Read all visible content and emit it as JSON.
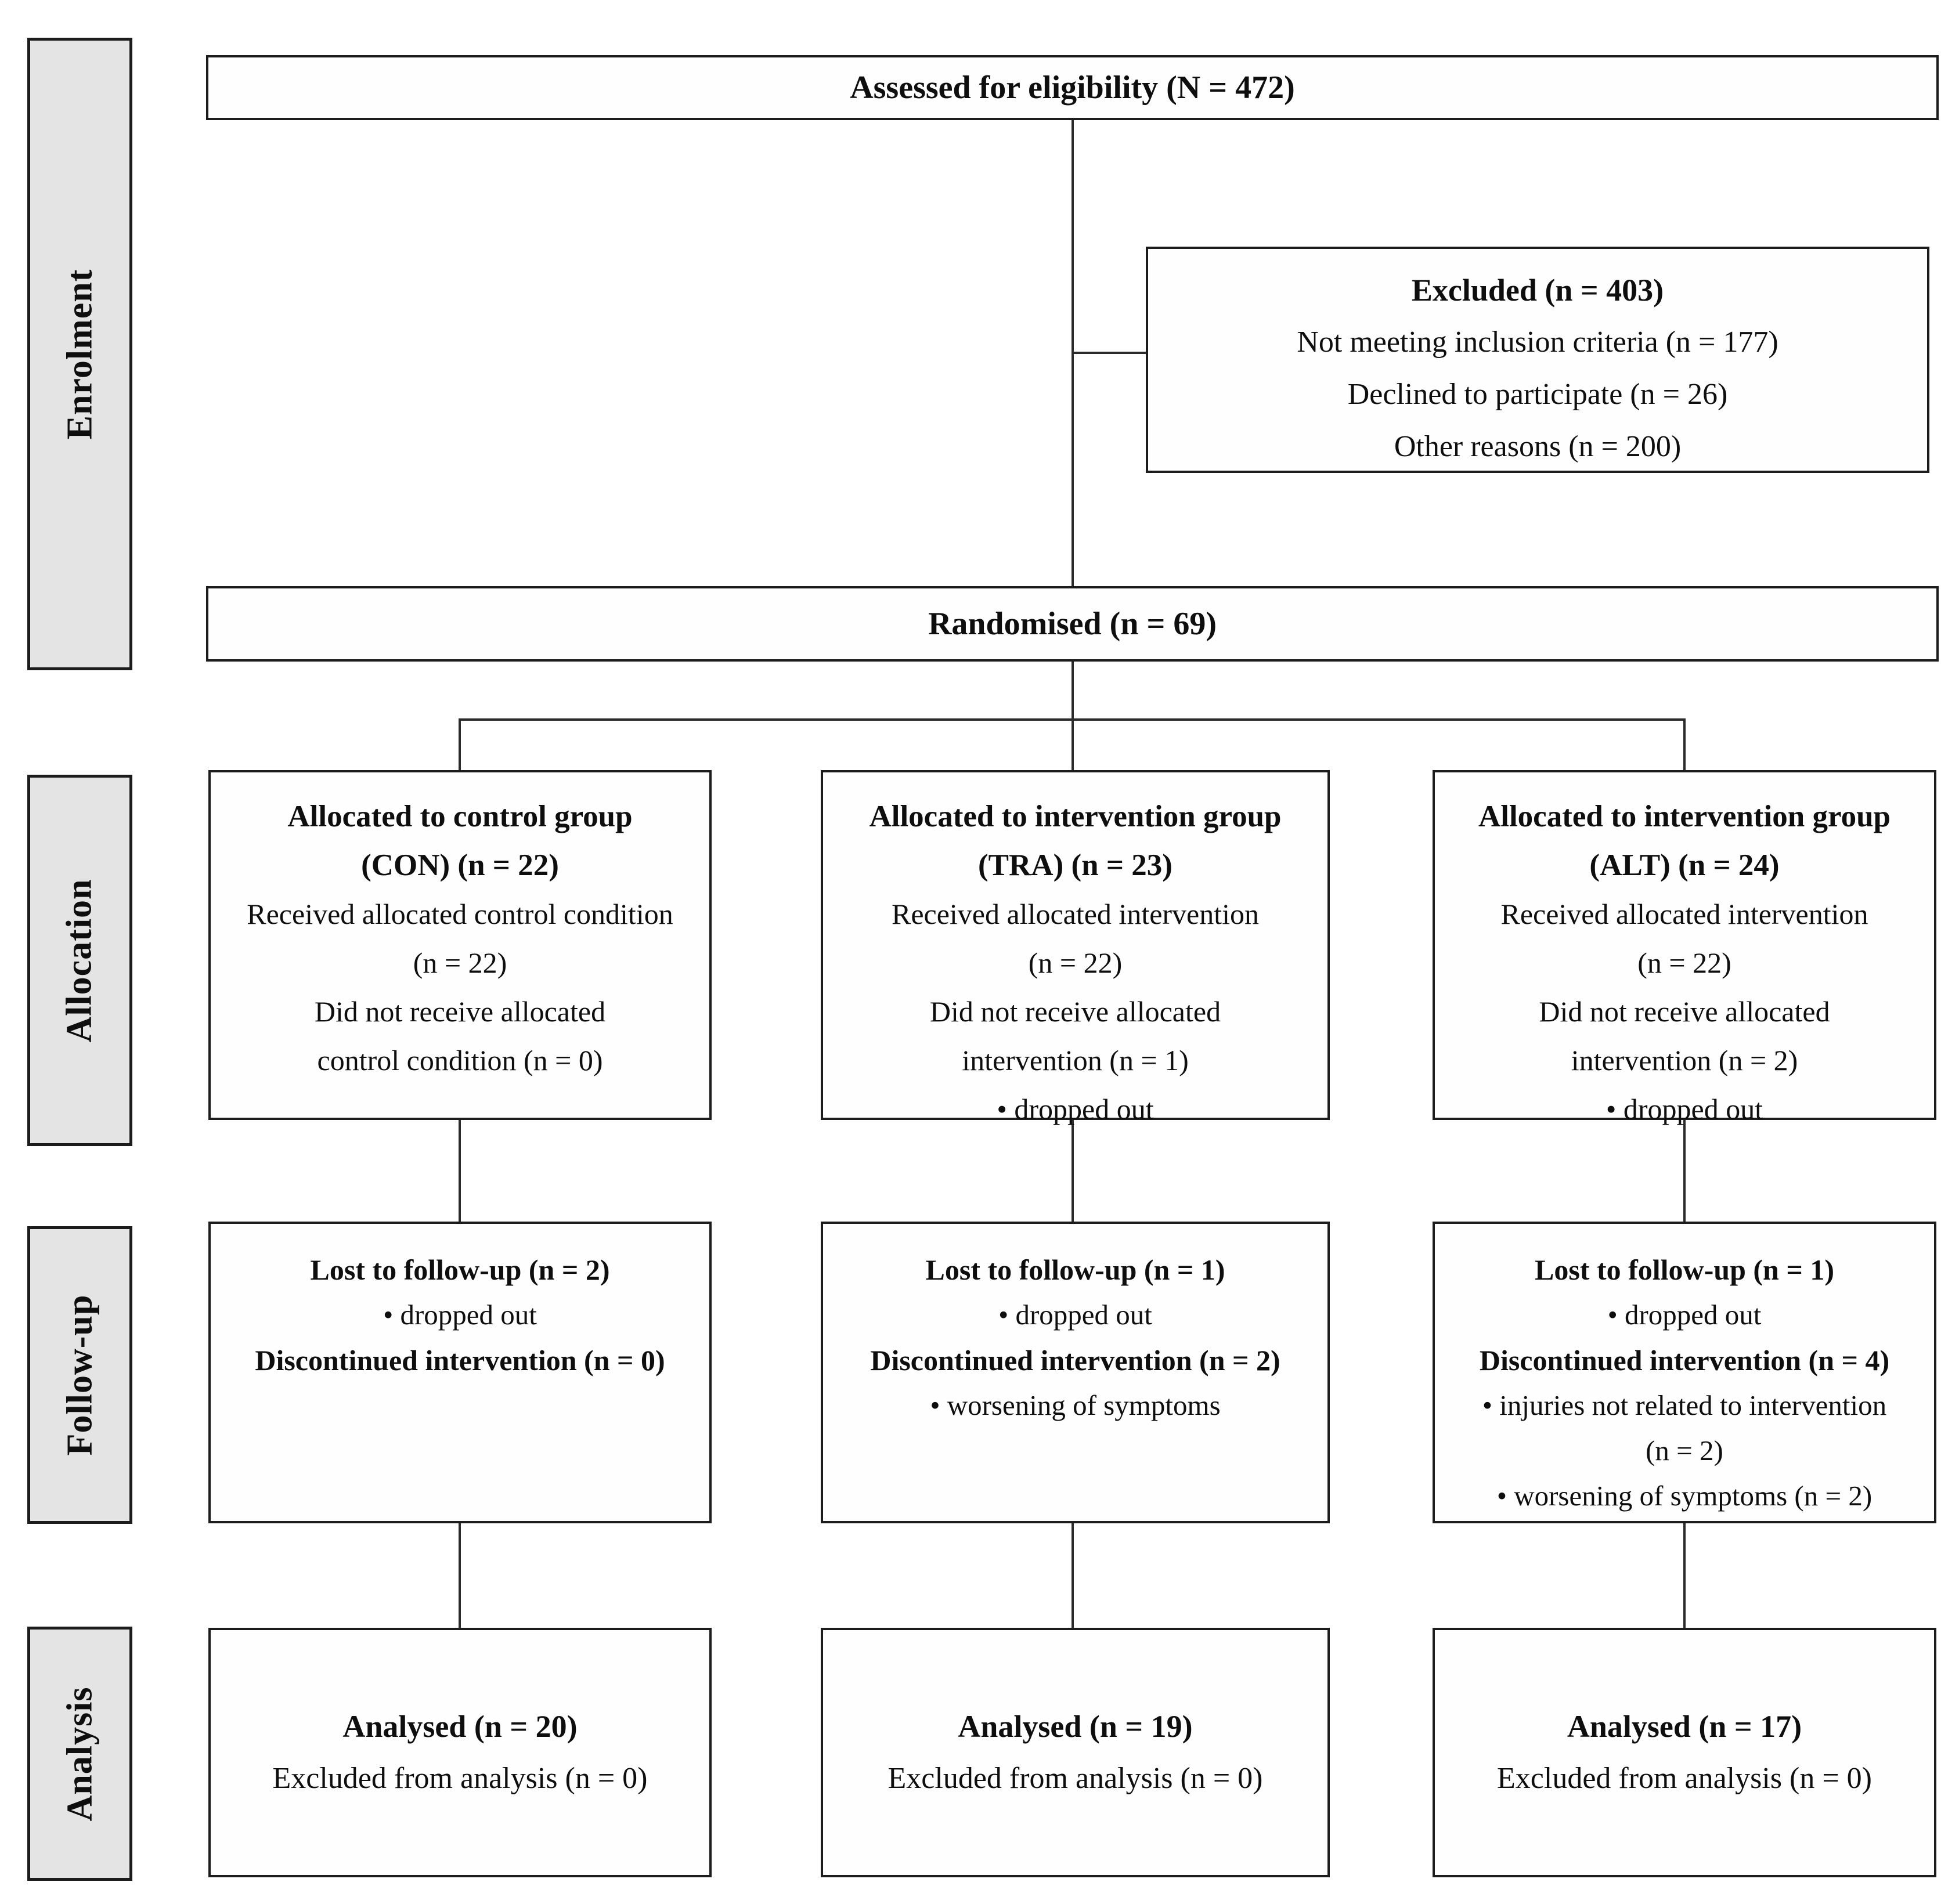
{
  "sidebar": {
    "enrolment": "Enrolment",
    "allocation": "Allocation",
    "followup": "Follow-up",
    "analysis": "Analysis"
  },
  "enrolment": {
    "assessed": "Assessed for eligibility (N = 472)",
    "excluded": {
      "title": "Excluded (n = 403)",
      "lines": [
        "Not meeting inclusion criteria (n = 177)",
        "Declined to participate (n = 26)",
        "Other reasons (n = 200)"
      ]
    },
    "randomised": "Randomised (n = 69)"
  },
  "allocation": {
    "con": {
      "title_line1": "Allocated to control group",
      "title_line2": "(CON) (n = 22)",
      "lines": [
        "Received allocated control condition",
        "(n = 22)",
        "Did not receive allocated",
        "control condition (n = 0)"
      ]
    },
    "tra": {
      "title_line1": "Allocated to intervention group",
      "title_line2": "(TRA) (n = 23)",
      "lines": [
        "Received allocated intervention",
        "(n = 22)",
        "Did not receive allocated",
        "intervention (n = 1)",
        "• dropped out"
      ]
    },
    "alt": {
      "title_line1": "Allocated to intervention group",
      "title_line2": "(ALT) (n = 24)",
      "lines": [
        "Received allocated intervention",
        "(n = 22)",
        "Did not receive allocated",
        "intervention (n = 2)",
        "• dropped out"
      ]
    }
  },
  "followup": {
    "con": {
      "lost": "Lost to follow-up (n = 2)",
      "lost_bullet": "• dropped out",
      "discontinued": "Discontinued intervention (n = 0)"
    },
    "tra": {
      "lost": "Lost to follow-up (n = 1)",
      "lost_bullet": "• dropped out",
      "discontinued": "Discontinued intervention (n = 2)",
      "disc_bullet1": "• worsening of symptoms"
    },
    "alt": {
      "lost": "Lost to follow-up (n = 1)",
      "lost_bullet": "• dropped out",
      "discontinued": "Discontinued intervention (n = 4)",
      "disc_bullet1": "• injuries not related to intervention",
      "disc_bullet1_cont": "(n = 2)",
      "disc_bullet2": "• worsening of symptoms (n = 2)"
    }
  },
  "analysis": {
    "con": {
      "analysed": "Analysed (n = 20)",
      "excluded": "Excluded from analysis (n = 0)"
    },
    "tra": {
      "analysed": "Analysed (n = 19)",
      "excluded": "Excluded from analysis (n = 0)"
    },
    "alt": {
      "analysed": "Analysed (n = 17)",
      "excluded": "Excluded from analysis (n = 0)"
    }
  },
  "colors": {
    "box_border": "#1c1c1c",
    "sidebar_bg": "#e4e4e4",
    "connector": "#2b2b2b",
    "text": "#0e0e0e",
    "background": "#ffffff"
  }
}
